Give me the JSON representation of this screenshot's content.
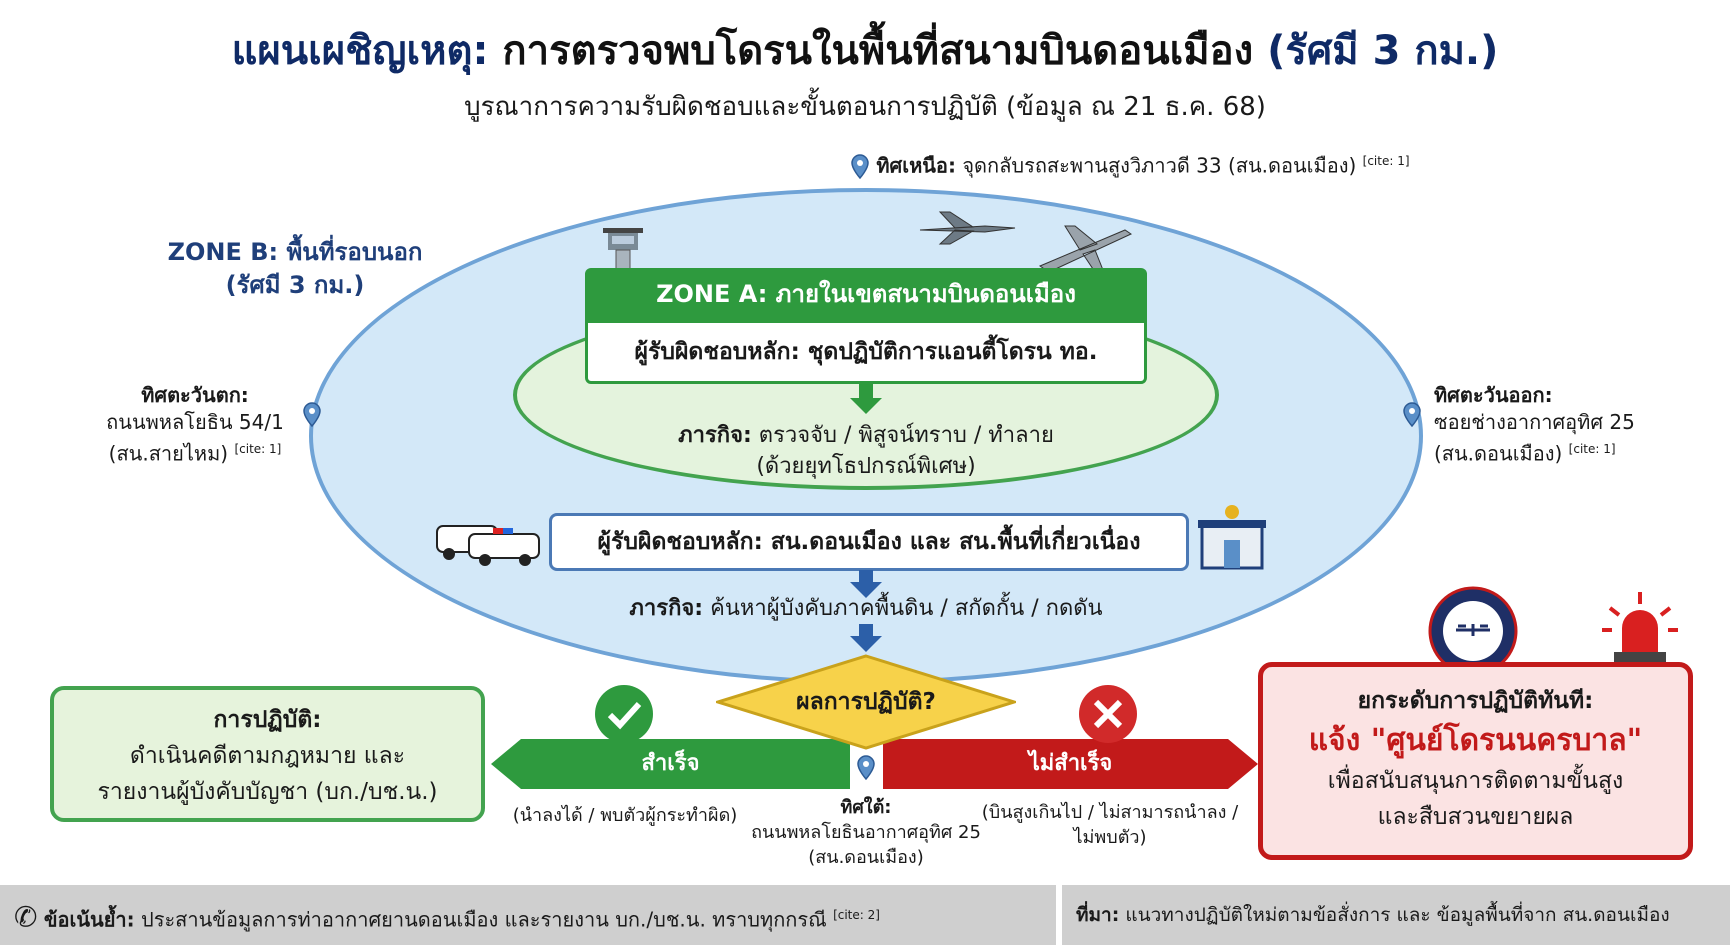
{
  "title": {
    "part1": "แผนเผชิญเหตุ:",
    "part2": "การตรวจพบโดรนในพื้นที่สนามบินดอนเมือง",
    "part3": "(รัศมี 3 กม.)"
  },
  "subtitle": "บูรณาการความรับผิดชอบและขั้นตอนการปฏิบัติ (ข้อมูล ณ 21 ธ.ค. 68)",
  "north": {
    "label": "ทิศเหนือ:",
    "text": "จุดกลับรถสะพานสูงวิภาวดี 33 (สน.ดอนเมือง)",
    "cite": "[cite: 1]"
  },
  "zone_b": {
    "line1": "ZONE B: พื้นที่รอบนอก",
    "line2": "(รัศมี 3 กม.)"
  },
  "west": {
    "label": "ทิศตะวันตก:",
    "line1": "ถนนพหลโยธิน 54/1",
    "line2": "(สน.สายไหม)",
    "cite": "[cite: 1]"
  },
  "east": {
    "label": "ทิศตะวันออก:",
    "line1": "ซอยช่างอากาศอุทิศ 25",
    "line2": "(สน.ดอนเมือง)",
    "cite": "[cite: 1]"
  },
  "zone_a": {
    "header": "ZONE A: ภายในเขตสนามบินดอนเมือง",
    "responsible": "ผู้รับผิดชอบหลัก: ชุดปฏิบัติการแอนตี้โดรน ทอ.",
    "mission_label": "ภารกิจ:",
    "mission": "ตรวจจับ / พิสูจน์ทราบ / ทำลาย",
    "mission2": "(ด้วยยุทโธปกรณ์พิเศษ)"
  },
  "police": {
    "responsible": "ผู้รับผิดชอบหลัก: สน.ดอนเมือง และ สน.พื้นที่เกี่ยวเนื่อง",
    "mission_label": "ภารกิจ:",
    "mission": "ค้นหาผู้บังคับภาคพื้นดิน / สกัดกั้น / กดดัน"
  },
  "decision": "ผลการปฏิบัติ?",
  "success": {
    "arrow": "สำเร็จ",
    "note": "(นำลงได้ / พบตัวผู้กระทำผิด)",
    "box_title": "การปฏิบัติ:",
    "box_line1": "ดำเนินคดีตามกฎหมาย และ",
    "box_line2": "รายงานผู้บังคับบัญชา (บก./บช.น.)"
  },
  "fail": {
    "arrow": "ไม่สำเร็จ",
    "note1": "(บินสูงเกินไป / ไม่สามารถนำลง /",
    "note2": "ไม่พบตัว)",
    "box_title": "ยกระดับการปฏิบัติทันที:",
    "box_main": "แจ้ง \"ศูนย์โดรนนครบาล\"",
    "box_line1": "เพื่อสนับสนุนการติดตามขั้นสูง",
    "box_line2": "และสืบสวนขยายผล"
  },
  "south": {
    "label": "ทิศใต้:",
    "line1": "ถนนพหลโยธินอากาศอุทิศ 25",
    "line2": "(สน.ดอนเมือง)"
  },
  "footer": {
    "emph_label": "ข้อเน้นย้ำ:",
    "emph": "ประสานข้อมูลการท่าอากาศยานดอนเมือง และรายงาน บก./บช.น. ทราบทุกกรณี",
    "cite": "[cite: 2]",
    "source_label": "ที่มา:",
    "source": "แนวทางปฏิบัติใหม่ตามข้อสั่งการ และ ข้อมูลพื้นที่จาก สน.ดอนเมือง"
  },
  "colors": {
    "navy": "#0f2a66",
    "green": "#2e9a3e",
    "red": "#c21a1a",
    "sky": "#cfe6f7",
    "yellow": "#f7d24a"
  }
}
